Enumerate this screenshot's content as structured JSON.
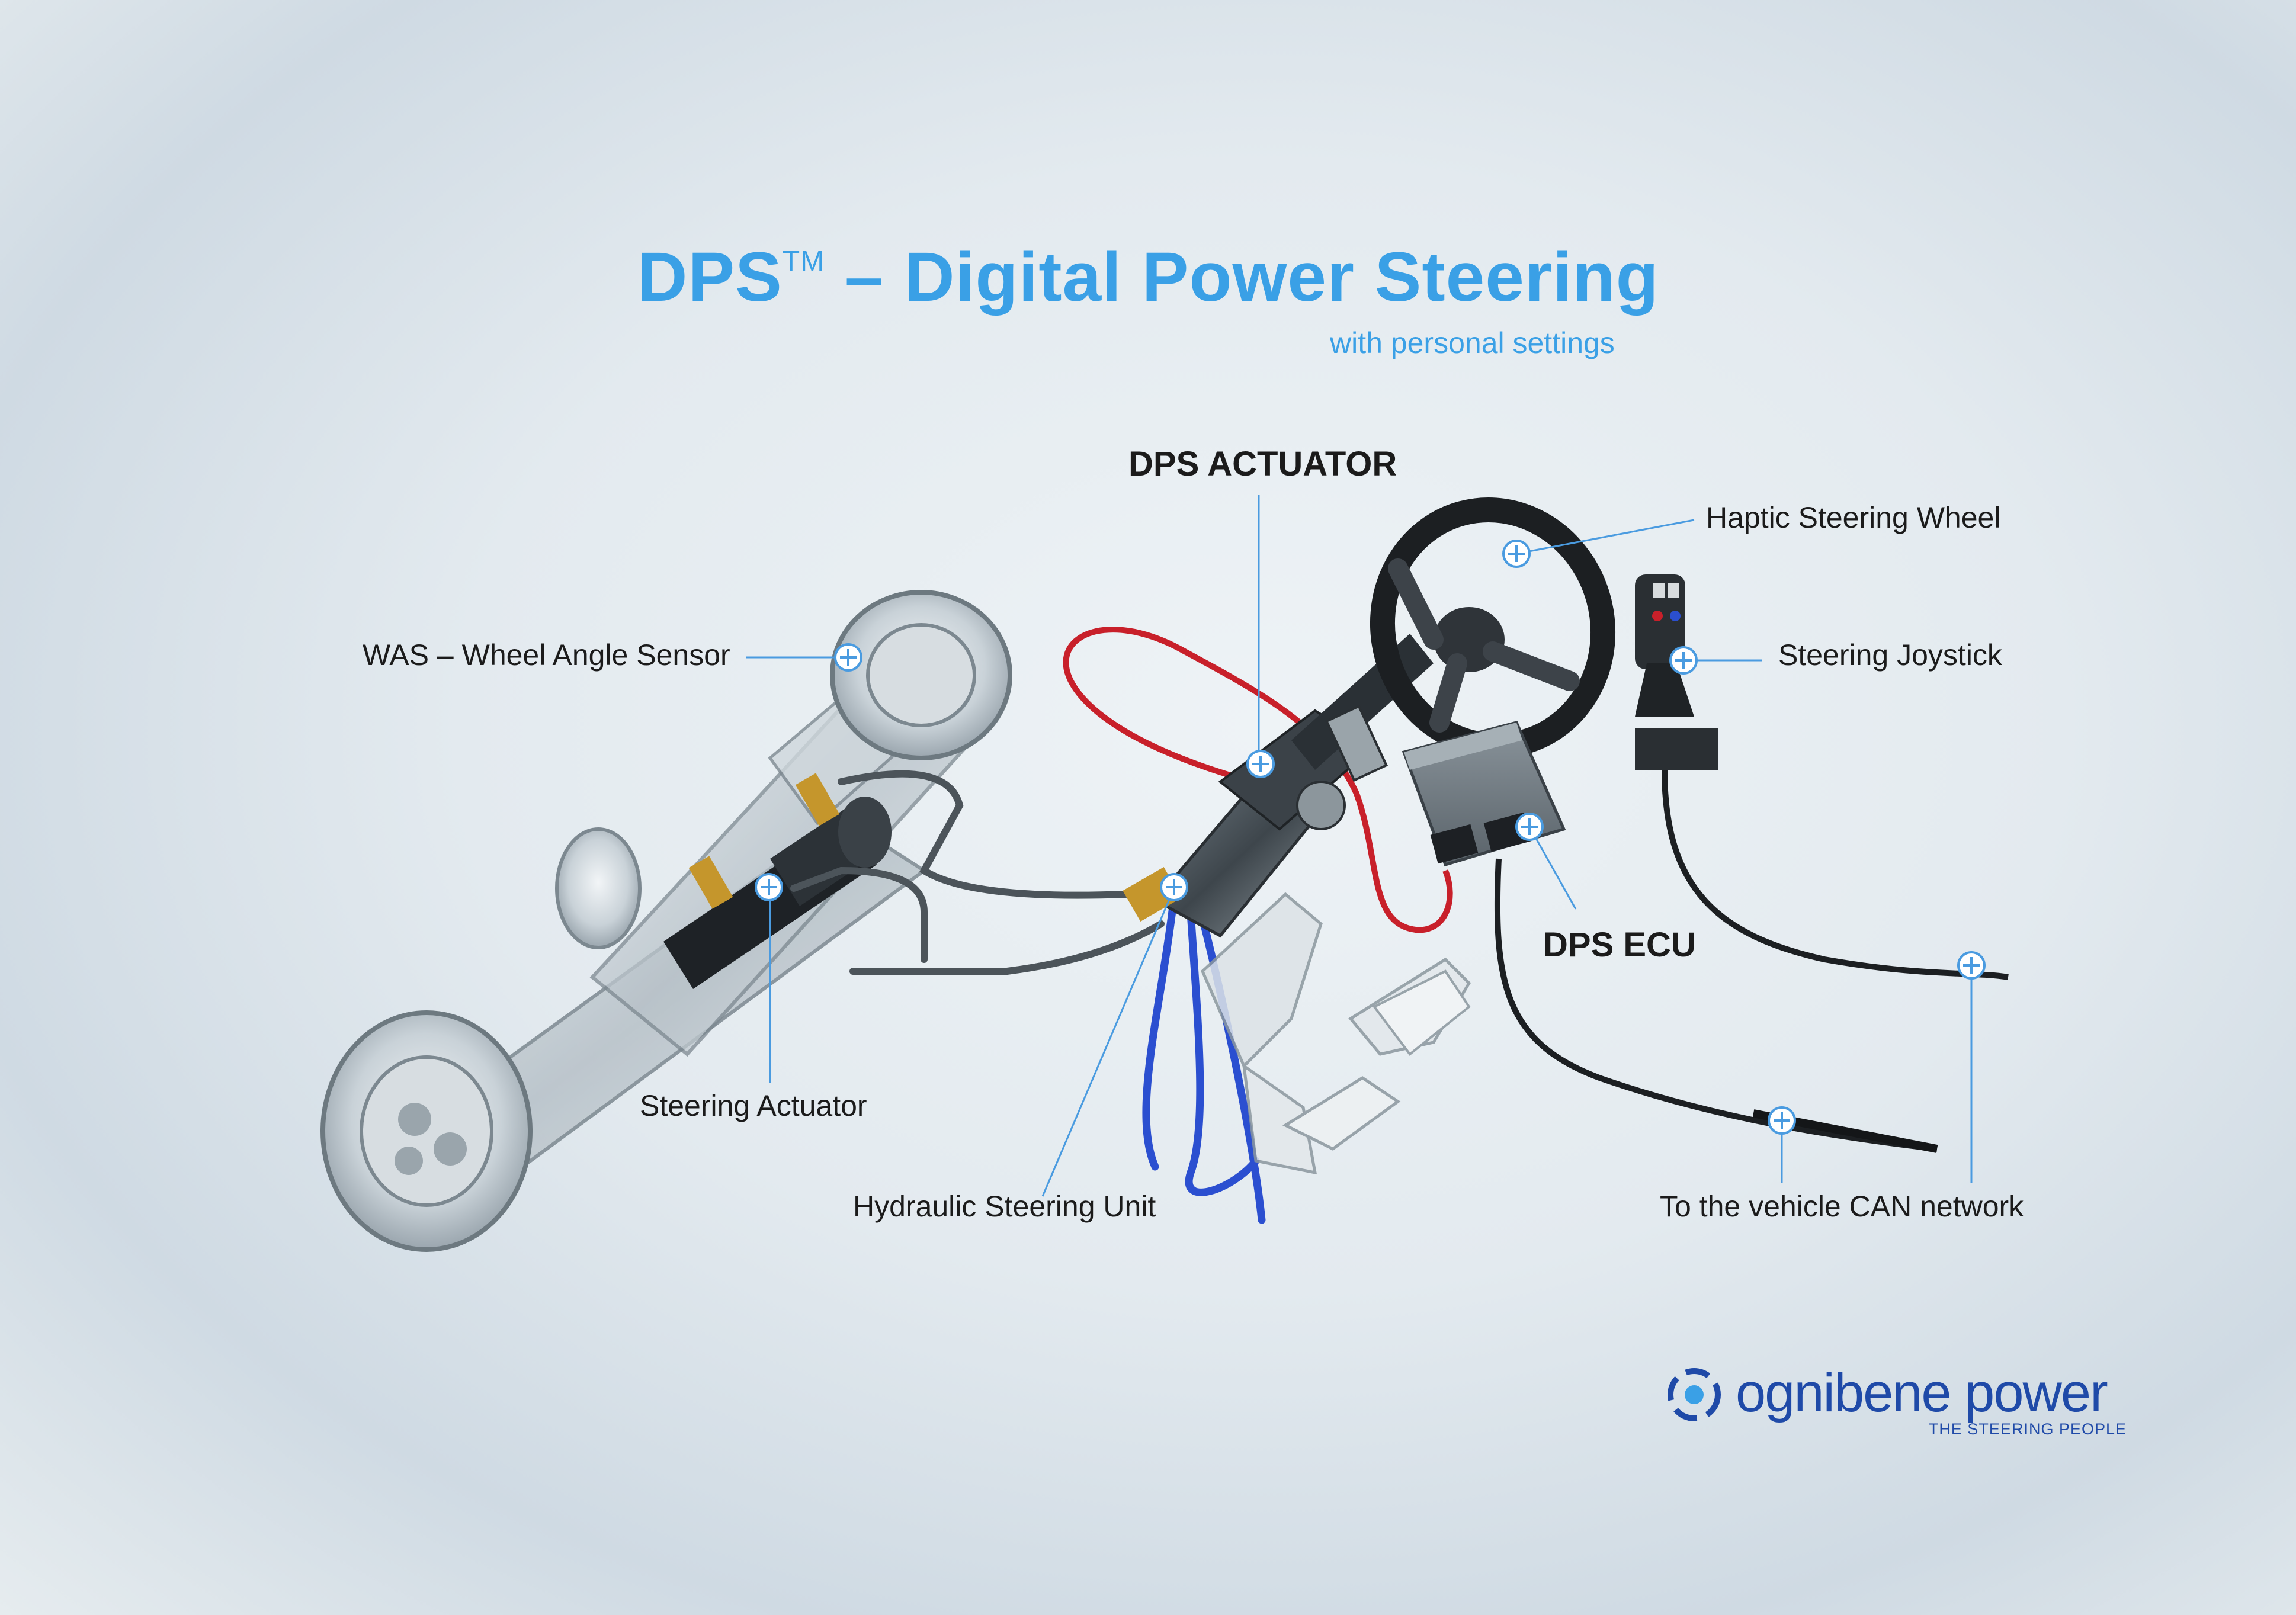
{
  "header": {
    "title": "DPS",
    "trademark": "TM",
    "title_rest": "– Digital Power Steering",
    "subtitle": "with personal settings"
  },
  "labels": {
    "actuator": "DPS ACTUATOR",
    "haptic_wheel": "Haptic Steering Wheel",
    "was": "WAS – Wheel Angle Sensor",
    "joystick": "Steering Joystick",
    "ecu": "DPS ECU",
    "steering_actuator": "Steering Actuator",
    "hydraulic_unit": "Hydraulic Steering Unit",
    "can_network": "To the vehicle CAN network"
  },
  "brand": {
    "name": "ognibene power",
    "tagline": "THE STEERING PEOPLE"
  },
  "colors": {
    "accent": "#3aa0e6",
    "callout": "#4a9be0",
    "brand": "#1f4aa8",
    "hose_red": "#c8202a",
    "hose_blue": "#2b4fd0"
  }
}
